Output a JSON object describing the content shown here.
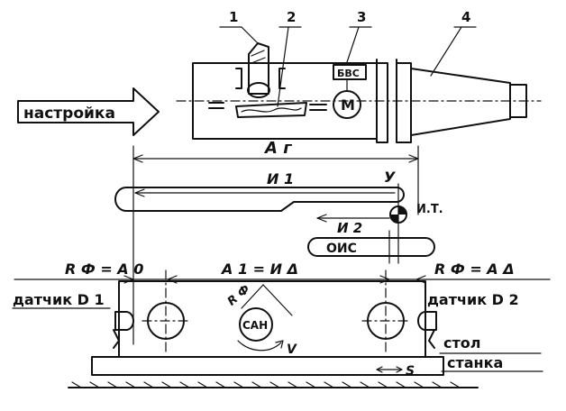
{
  "callouts": [
    "1",
    "2",
    "3",
    "4"
  ],
  "labels": {
    "setup_arrow": "настройка",
    "bvs": "БВС",
    "motor": "М",
    "a_g": "А г",
    "i1": "И 1",
    "y": "У",
    "it": "И.Т.",
    "i2": "И 2",
    "ois": "ОИС",
    "rf_a0": "R Ф = А 0",
    "a1_id": "А 1 = И Δ",
    "rf_ad": "R Ф = А Δ",
    "sensor_d1": "датчик D 1",
    "sensor_d2": "датчик D 2",
    "r_phi": "R Ф",
    "can": "САН",
    "v": "V",
    "s": "S",
    "table": "стол",
    "machine": "станка"
  }
}
